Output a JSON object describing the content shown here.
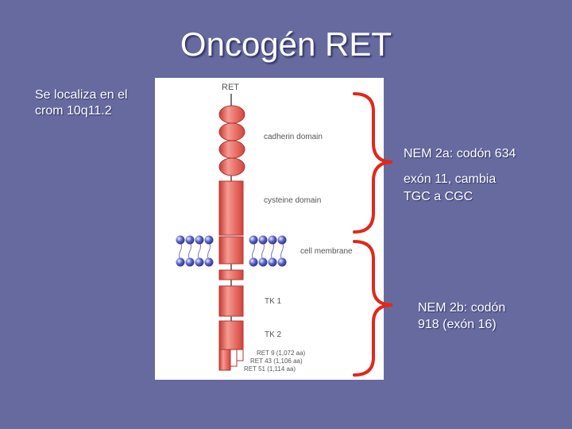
{
  "slide": {
    "title": "Oncogén RET",
    "location_note": [
      "Se localiza en el",
      "crom 10q11.2"
    ],
    "nem2a_note": [
      "NEM 2a: codón 634",
      "exón 11, cambia",
      "TGC a CGC"
    ],
    "nem2b_note": [
      "NEM 2b: codón",
      "918 (exón 16)"
    ]
  },
  "diagram": {
    "gene_label": "RET",
    "domains": {
      "cadherin": "cadherin domain",
      "cysteine": "cysteine domain",
      "membrane": "cell membrane",
      "tk1": "TK 1",
      "tk2": "TK 2"
    },
    "isoforms": [
      "RET 9 (1,072 aa)",
      "RET 43 (1,106 aa)",
      "RET 51 (1,114 aa)"
    ]
  },
  "colors": {
    "background": "#676a9e",
    "protein_red": "#e8605a",
    "bracket_red": "#e0281a",
    "membrane_blue": "#4a52b8"
  }
}
